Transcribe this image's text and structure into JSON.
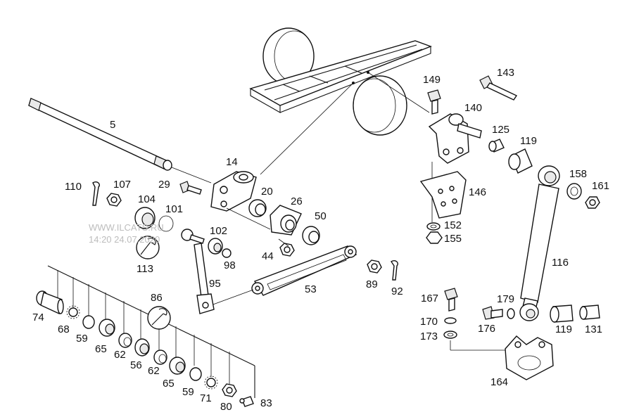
{
  "diagram": {
    "watermark": {
      "line1": "WWW.ILCATS.RU",
      "line2": "14:20 24.07.2020"
    },
    "callouts": [
      {
        "id": "5",
        "text": "5"
      },
      {
        "id": "14",
        "text": "14"
      },
      {
        "id": "20",
        "text": "20"
      },
      {
        "id": "26",
        "text": "26"
      },
      {
        "id": "29",
        "text": "29"
      },
      {
        "id": "44",
        "text": "44"
      },
      {
        "id": "50",
        "text": "50"
      },
      {
        "id": "53",
        "text": "53"
      },
      {
        "id": "56",
        "text": "56"
      },
      {
        "id": "59a",
        "text": "59"
      },
      {
        "id": "59b",
        "text": "59"
      },
      {
        "id": "62a",
        "text": "62"
      },
      {
        "id": "62b",
        "text": "62"
      },
      {
        "id": "65a",
        "text": "65"
      },
      {
        "id": "65b",
        "text": "65"
      },
      {
        "id": "68",
        "text": "68"
      },
      {
        "id": "71",
        "text": "71"
      },
      {
        "id": "74",
        "text": "74"
      },
      {
        "id": "80",
        "text": "80"
      },
      {
        "id": "83",
        "text": "83"
      },
      {
        "id": "86",
        "text": "86"
      },
      {
        "id": "89",
        "text": "89"
      },
      {
        "id": "92",
        "text": "92"
      },
      {
        "id": "95",
        "text": "95"
      },
      {
        "id": "98",
        "text": "98"
      },
      {
        "id": "101",
        "text": "101"
      },
      {
        "id": "102",
        "text": "102"
      },
      {
        "id": "104",
        "text": "104"
      },
      {
        "id": "107",
        "text": "107"
      },
      {
        "id": "110",
        "text": "110"
      },
      {
        "id": "113",
        "text": "113"
      },
      {
        "id": "116",
        "text": "116"
      },
      {
        "id": "119a",
        "text": "119"
      },
      {
        "id": "119b",
        "text": "119"
      },
      {
        "id": "125",
        "text": "125"
      },
      {
        "id": "131",
        "text": "131"
      },
      {
        "id": "140",
        "text": "140"
      },
      {
        "id": "143",
        "text": "143"
      },
      {
        "id": "146",
        "text": "146"
      },
      {
        "id": "149",
        "text": "149"
      },
      {
        "id": "152",
        "text": "152"
      },
      {
        "id": "155",
        "text": "155"
      },
      {
        "id": "158",
        "text": "158"
      },
      {
        "id": "161",
        "text": "161"
      },
      {
        "id": "164",
        "text": "164"
      },
      {
        "id": "167",
        "text": "167"
      },
      {
        "id": "170",
        "text": "170"
      },
      {
        "id": "173",
        "text": "173"
      },
      {
        "id": "176",
        "text": "176"
      },
      {
        "id": "179",
        "text": "179"
      }
    ]
  }
}
